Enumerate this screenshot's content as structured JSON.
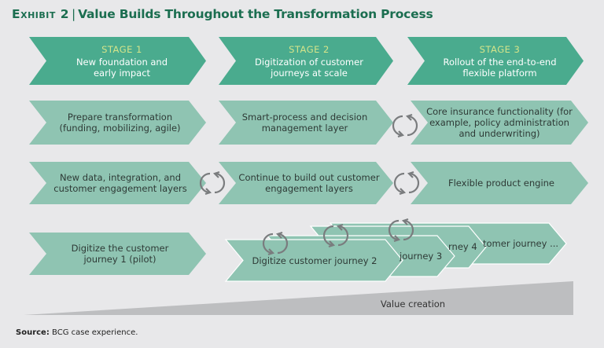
{
  "title": {
    "exhibit": "Exhibit 2",
    "text": "Value Builds Throughout the Transformation Process"
  },
  "colors": {
    "stage": "#4aab8e",
    "activity": "#8fc4b2",
    "title": "#1b6e50",
    "stage_label": "#d5e48a",
    "value_wedge": "#bdbec0",
    "cycle_icon": "#7a7c7e"
  },
  "stages": [
    {
      "label": "STAGE  1",
      "desc": "New foundation and early impact"
    },
    {
      "label": "STAGE 2",
      "desc": "Digitization of customer journeys at scale"
    },
    {
      "label": "STAGE 3",
      "desc": "Rollout of the end-to-end flexible platform"
    }
  ],
  "rows": [
    [
      "Prepare transformation (funding, mobilizing, agile)",
      "Smart-process and decision management layer",
      "Core insurance functionality (for example, policy administration and underwriting)"
    ],
    [
      "New data, integration, and customer engagement layers",
      "Continue to build out customer engagement layers",
      "Flexible product engine"
    ]
  ],
  "journeys": [
    "Digitize the customer journey 1 (pilot)",
    "Digitize customer journey 2",
    "journey 3",
    "rney 4",
    "tomer journey ..."
  ],
  "value_label": "Value creation",
  "source": {
    "label": "Source:",
    "text": "BCG case experience."
  }
}
